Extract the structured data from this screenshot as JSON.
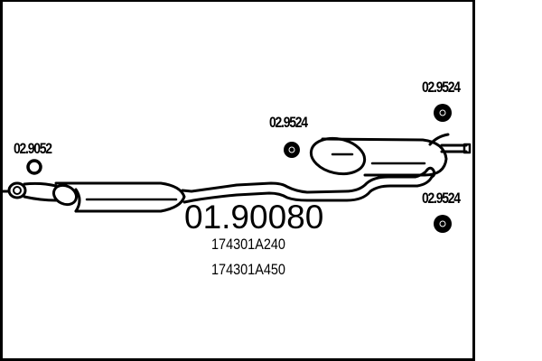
{
  "diagram": {
    "type": "exhaust-system-parts-diagram",
    "main_part_number": "01.90080",
    "oem_references": [
      "174301A240",
      "174301A450"
    ],
    "callouts": [
      {
        "label": "02.9052",
        "part": "gasket-ring"
      },
      {
        "label": "02.9524",
        "part": "rubber-mount-middle"
      },
      {
        "label": "02.9524",
        "part": "rubber-mount-top-right"
      },
      {
        "label": "02.9524",
        "part": "rubber-mount-bottom-right"
      }
    ],
    "colors": {
      "line": "#000000",
      "background": "#ffffff"
    }
  }
}
